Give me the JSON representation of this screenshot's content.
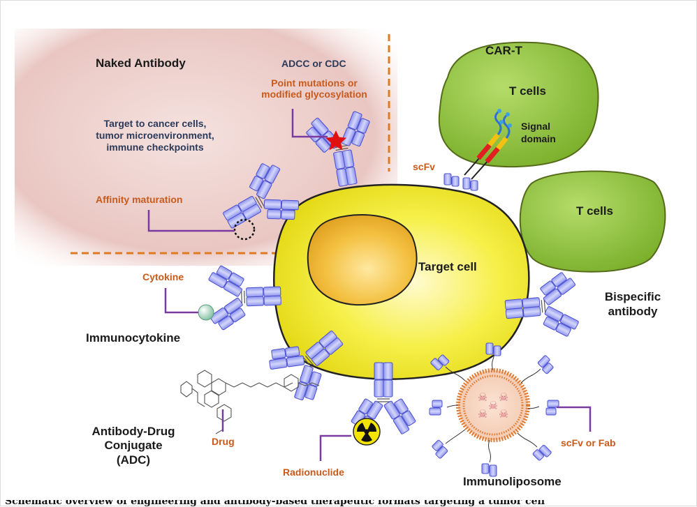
{
  "labels": {
    "naked_antibody": "Naked Antibody",
    "adcc_cdc": "ADCC or CDC",
    "point_mutations": "Point mutations or\nmodified glycosylation",
    "targets": "Target to cancer cells,\ntumor microenvironment,\nimmune checkpoints",
    "affinity_maturation": "Affinity maturation",
    "car_t": "CAR-T",
    "t_cells_top": "T cells",
    "signal_domain": "Signal\ndomain",
    "scfv": "scFv",
    "t_cells_right": "T cells",
    "target_cell": "Target cell",
    "bispecific": "Bispecific\nantibody",
    "cytokine": "Cytokine",
    "immunocytokine": "Immunocytokine",
    "adc": "Antibody-Drug\nConjugate\n(ADC)",
    "drug": "Drug",
    "radionuclide": "Radionuclide",
    "scfv_fab": "scFv or Fab",
    "immunoliposome": "Immunoliposome"
  },
  "caption": "Schematic overview of engineering and antibody-based therapeutic formats targeting a tumor cell",
  "colors": {
    "naked_region": "#e8c4c0",
    "dashed_line": "#e07a20",
    "connector": "#7a3aa0",
    "cell_fill": "#f4ee3a",
    "cell_stroke": "#222222",
    "nucleus_fill": "#f0b020",
    "t_cell_fill": "#8cc03a",
    "antibody_fill": "#a9aef5",
    "antibody_stroke": "#4a4fd0",
    "star": "#e01010",
    "label_orange": "#c85a1c",
    "label_navy": "#2c3a5a"
  }
}
